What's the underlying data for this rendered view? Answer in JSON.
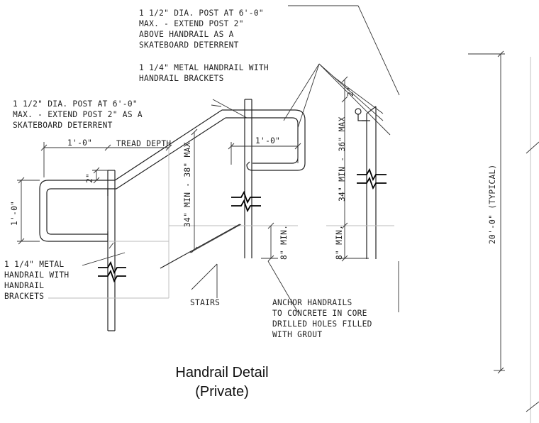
{
  "notes": {
    "post_top": [
      "1 1/2\" DIA. POST AT 6'-0\"",
      "MAX. - EXTEND POST 2\"",
      "ABOVE HANDRAIL AS A",
      "SKATEBOARD DETERRENT"
    ],
    "rail_top": [
      "1 1/4\" METAL HANDRAIL WITH",
      "HANDRAIL BRACKETS"
    ],
    "post_left": [
      "1 1/2\" DIA. POST AT 6'-0\"",
      "MAX. - EXTEND POST 2\" AS A",
      "SKATEBOARD DETERRENT"
    ],
    "rail_left": [
      "1 1/4\" METAL",
      "HANDRAIL WITH",
      "HANDRAIL",
      "BRACKETS"
    ],
    "stairs": "STAIRS",
    "anchor": [
      "ANCHOR HANDRAILS",
      "TO CONCRETE IN CORE",
      "DRILLED HOLES FILLED",
      "WITH GROUT"
    ]
  },
  "dimensions": {
    "ext_left": "1'-0\"",
    "tread_depth": "TREAD DEPTH",
    "post_ext_left": "2\"",
    "return_left": "1'-0\"",
    "height_stairs": "34\" MIN - 38\" MAX",
    "ext_right": "1'-0\"",
    "min_left": "8\" MIN.",
    "post_ext_right": "2\"",
    "height_landing": "34\" MIN - 36\" MAX",
    "min_right": "8\" MIN.",
    "spacing": "20'-0\" (TYPICAL)"
  },
  "title": {
    "line1": "Handrail Detail",
    "line2": "(Private)"
  }
}
